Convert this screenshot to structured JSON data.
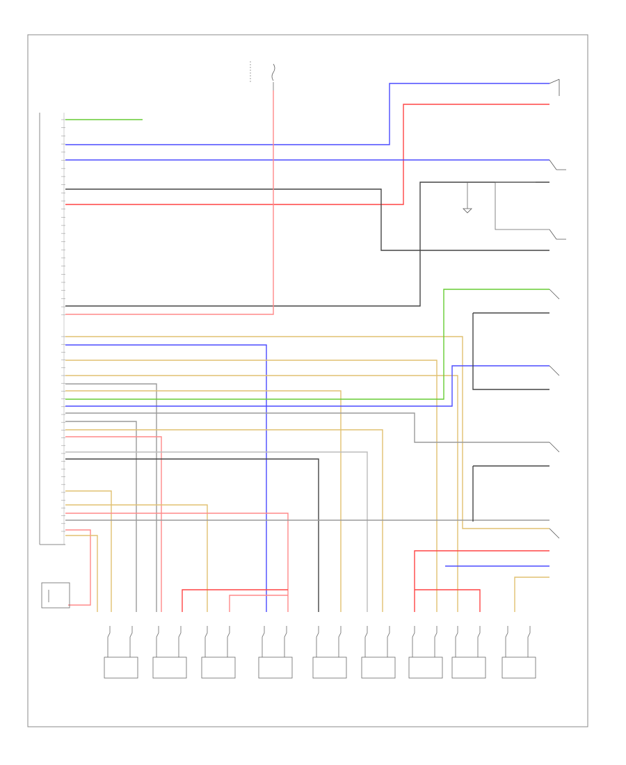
{
  "page_ref": "",
  "wire_colors": {
    "green": "#66cc33",
    "blue": "#4a4aff",
    "red": "#ff4444",
    "pink": "#ff8888",
    "gray": "#9a9a9a",
    "dark": "#444444",
    "tan": "#e0c070",
    "orange": "#ff8844",
    "lightgray": "#bbbbbb"
  },
  "controller": {
    "name": "",
    "connector_a_pins": 25,
    "connector_b_pins": 26
  },
  "components": [
    {
      "id": "fuse",
      "label": ""
    },
    {
      "id": "ground",
      "label": ""
    },
    {
      "id": "switch-1",
      "label": ""
    },
    {
      "id": "switch-2",
      "label": ""
    },
    {
      "id": "switch-3",
      "label": ""
    },
    {
      "id": "switch-4",
      "label": ""
    },
    {
      "id": "switch-5",
      "label": ""
    },
    {
      "id": "sensor-group",
      "label": ""
    }
  ],
  "bottom_modules": [
    {
      "label": ""
    },
    {
      "label": ""
    },
    {
      "label": ""
    },
    {
      "label": ""
    },
    {
      "label": ""
    },
    {
      "label": ""
    },
    {
      "label": ""
    },
    {
      "label": ""
    },
    {
      "label": ""
    }
  ]
}
